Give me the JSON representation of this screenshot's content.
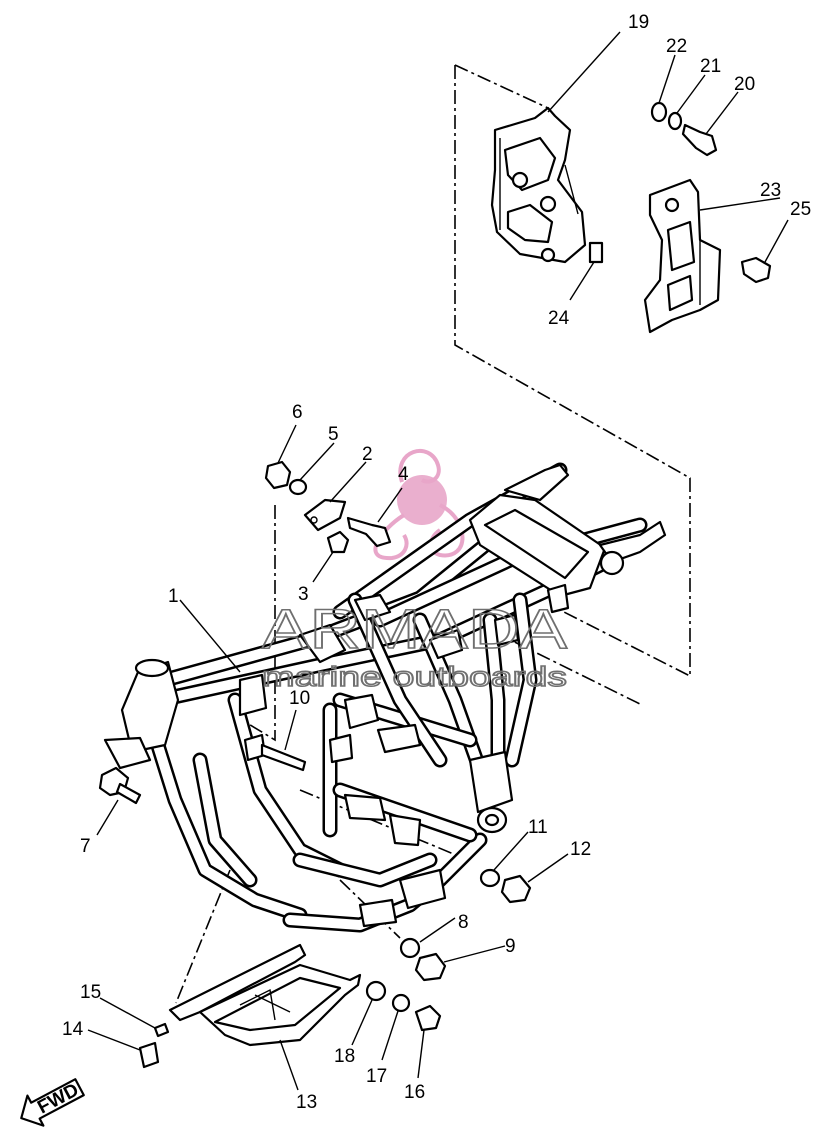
{
  "diagram": {
    "callouts": [
      "1",
      "2",
      "3",
      "4",
      "5",
      "6",
      "7",
      "8",
      "9",
      "10",
      "11",
      "12",
      "13",
      "14",
      "15",
      "16",
      "17",
      "18",
      "19",
      "20",
      "21",
      "22",
      "23",
      "24",
      "25"
    ],
    "fwd_label": "FWD"
  },
  "watermark": {
    "brand": "ARMADA",
    "tagline": "marine outboards",
    "colors": {
      "logo": "#e8a6c9",
      "text": "#6f6f6f"
    }
  },
  "colors": {
    "line": "#000000",
    "background": "#ffffff"
  }
}
